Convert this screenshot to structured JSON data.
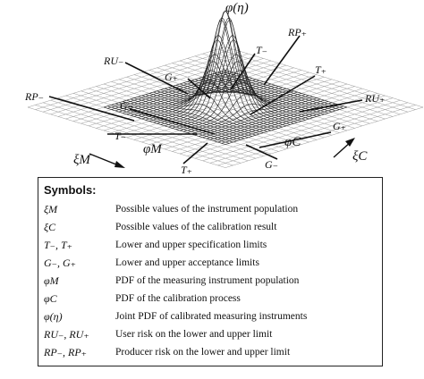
{
  "figure": {
    "labels": {
      "phi_eta": "φ(η)",
      "rp_top": "RP₊",
      "ru_minus": "RU₋",
      "t_minus_top": "T₋",
      "t_plus_right": "T₊",
      "g_plus_top": "G₊",
      "rp_minus": "RP₋",
      "ru_plus": "RU₊",
      "g_minus_left": "G₋",
      "t_minus_left": "T₋",
      "phi_m": "φM",
      "phi_c": "φC",
      "g_plus_right": "G₊",
      "xi_m": "ξM",
      "xi_c": "ξC",
      "t_plus_bottom": "T₊",
      "g_minus_bottom": "G₋"
    }
  },
  "legend": {
    "title": "Symbols:",
    "rows": [
      {
        "symbol": "ξM",
        "text": "Possible values of the instrument population"
      },
      {
        "symbol": "ξC",
        "text": "Possible values of the calibration result"
      },
      {
        "symbol": "T₋, T₊",
        "text": "Lower and upper specification limits"
      },
      {
        "symbol": "G₋, G₊",
        "text": "Lower and upper acceptance limits"
      },
      {
        "symbol": "φM",
        "text": "PDF of the measuring instrument population"
      },
      {
        "symbol": "φC",
        "text": "PDF of the calibration process"
      },
      {
        "symbol": "φ(η)",
        "text": "Joint PDF of calibrated measuring instruments"
      },
      {
        "symbol": "RU₋, RU₊",
        "text": "User risk on the lower and upper limit"
      },
      {
        "symbol": "RP₋, RP₊",
        "text": "Producer risk on the lower and upper limit"
      }
    ]
  }
}
